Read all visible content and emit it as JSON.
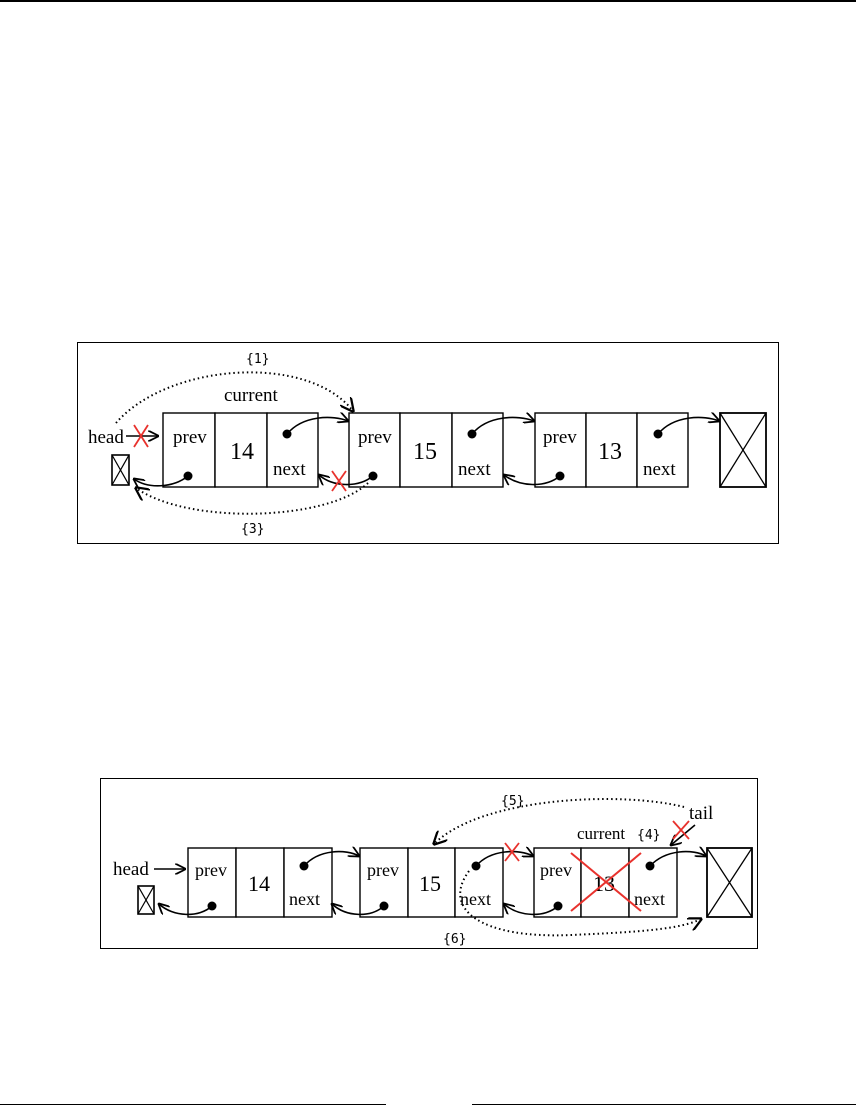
{
  "colors": {
    "ink": "#000000",
    "cross": "#e8322d",
    "background": "#ffffff"
  },
  "diagram1": {
    "head_label": "head",
    "current_label": "current",
    "steps": {
      "s1": "{1}",
      "s3": "{3}"
    },
    "nodes": [
      {
        "prev": "prev",
        "value": "14",
        "next": "next"
      },
      {
        "prev": "prev",
        "value": "15",
        "next": "next"
      },
      {
        "prev": "prev",
        "value": "13",
        "next": "next"
      }
    ]
  },
  "diagram2": {
    "head_label": "head",
    "tail_label": "tail",
    "current_label": "current",
    "steps": {
      "s4": "{4}",
      "s5": "{5}",
      "s6": "{6}"
    },
    "nodes": [
      {
        "prev": "prev",
        "value": "14",
        "next": "next"
      },
      {
        "prev": "prev",
        "value": "15",
        "next": "next"
      },
      {
        "prev": "prev",
        "value": "13",
        "next": "next"
      }
    ]
  }
}
